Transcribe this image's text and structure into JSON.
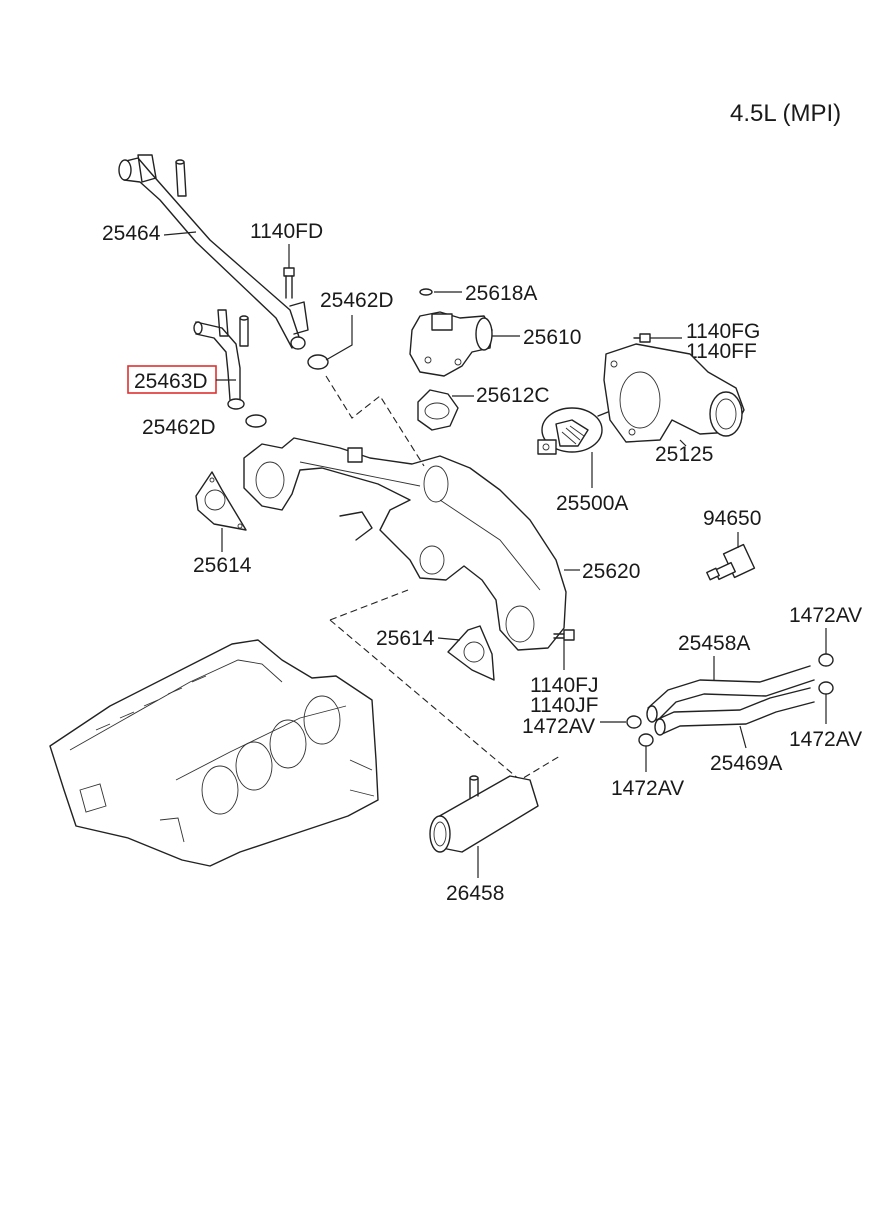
{
  "header": {
    "engine": "4.5L (MPI)"
  },
  "callouts": {
    "p25464": "25464",
    "p1140FD": "1140FD",
    "p25462D_top": "25462D",
    "p25618A": "25618A",
    "p25610": "25610",
    "p1140FG": "1140FG",
    "p1140FF": "1140FF",
    "p25463D": "25463D",
    "p25612C": "25612C",
    "p25462D_left": "25462D",
    "p25125": "25125",
    "p25500A": "25500A",
    "p94650": "94650",
    "p25614_left": "25614",
    "p25620": "25620",
    "p1472AV_tr": "1472AV",
    "p25614_mid": "25614",
    "p25458A": "25458A",
    "p1140FJ": "1140FJ",
    "p1140JF": "1140JF",
    "p1472AV_mid": "1472AV",
    "p1472AV_r": "1472AV",
    "p25469A": "25469A",
    "p1472AV_bot": "1472AV",
    "p26458": "26458"
  },
  "highlight": {
    "part": "25463D",
    "color": "#e03030"
  },
  "colors": {
    "line": "#222222",
    "background": "#ffffff"
  }
}
